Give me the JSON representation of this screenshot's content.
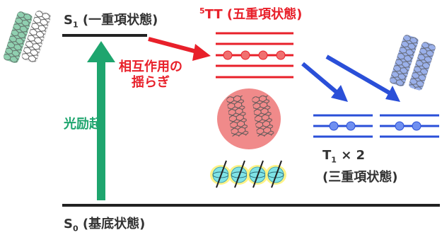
{
  "labels": {
    "s1": "S",
    "s1_sub": "1",
    "s1_desc": " (一重項状態)",
    "s0": "S",
    "s0_sub": "0",
    "s0_desc": " (基底状態)",
    "tt_sup": "5",
    "tt": "TT (五重項状態)",
    "interaction_line1": "相互作用の",
    "interaction_line2": "揺らぎ",
    "photoexcitation": "光励起",
    "t1": "T",
    "t1_sub": "1",
    "t1_mult": " × 2",
    "t1_desc": "(三重項状態)"
  },
  "colors": {
    "ground_state_line": "#222222",
    "singlet": "#222222",
    "excitation_arrow": "#1ea56e",
    "quintet": "#e8202a",
    "triplet": "#2a4fd8",
    "molecule_green": "#8fd0b0",
    "molecule_red": "#f08a8a",
    "molecule_blue": "#9ab0ea",
    "spin_cyan": "#7fe3e6",
    "spin_glow": "#fff27a"
  },
  "icons": [
    "pentacene-dimer-green",
    "pentacene-dimer-red",
    "pentacene-dimer-blue",
    "spin-sphere"
  ]
}
